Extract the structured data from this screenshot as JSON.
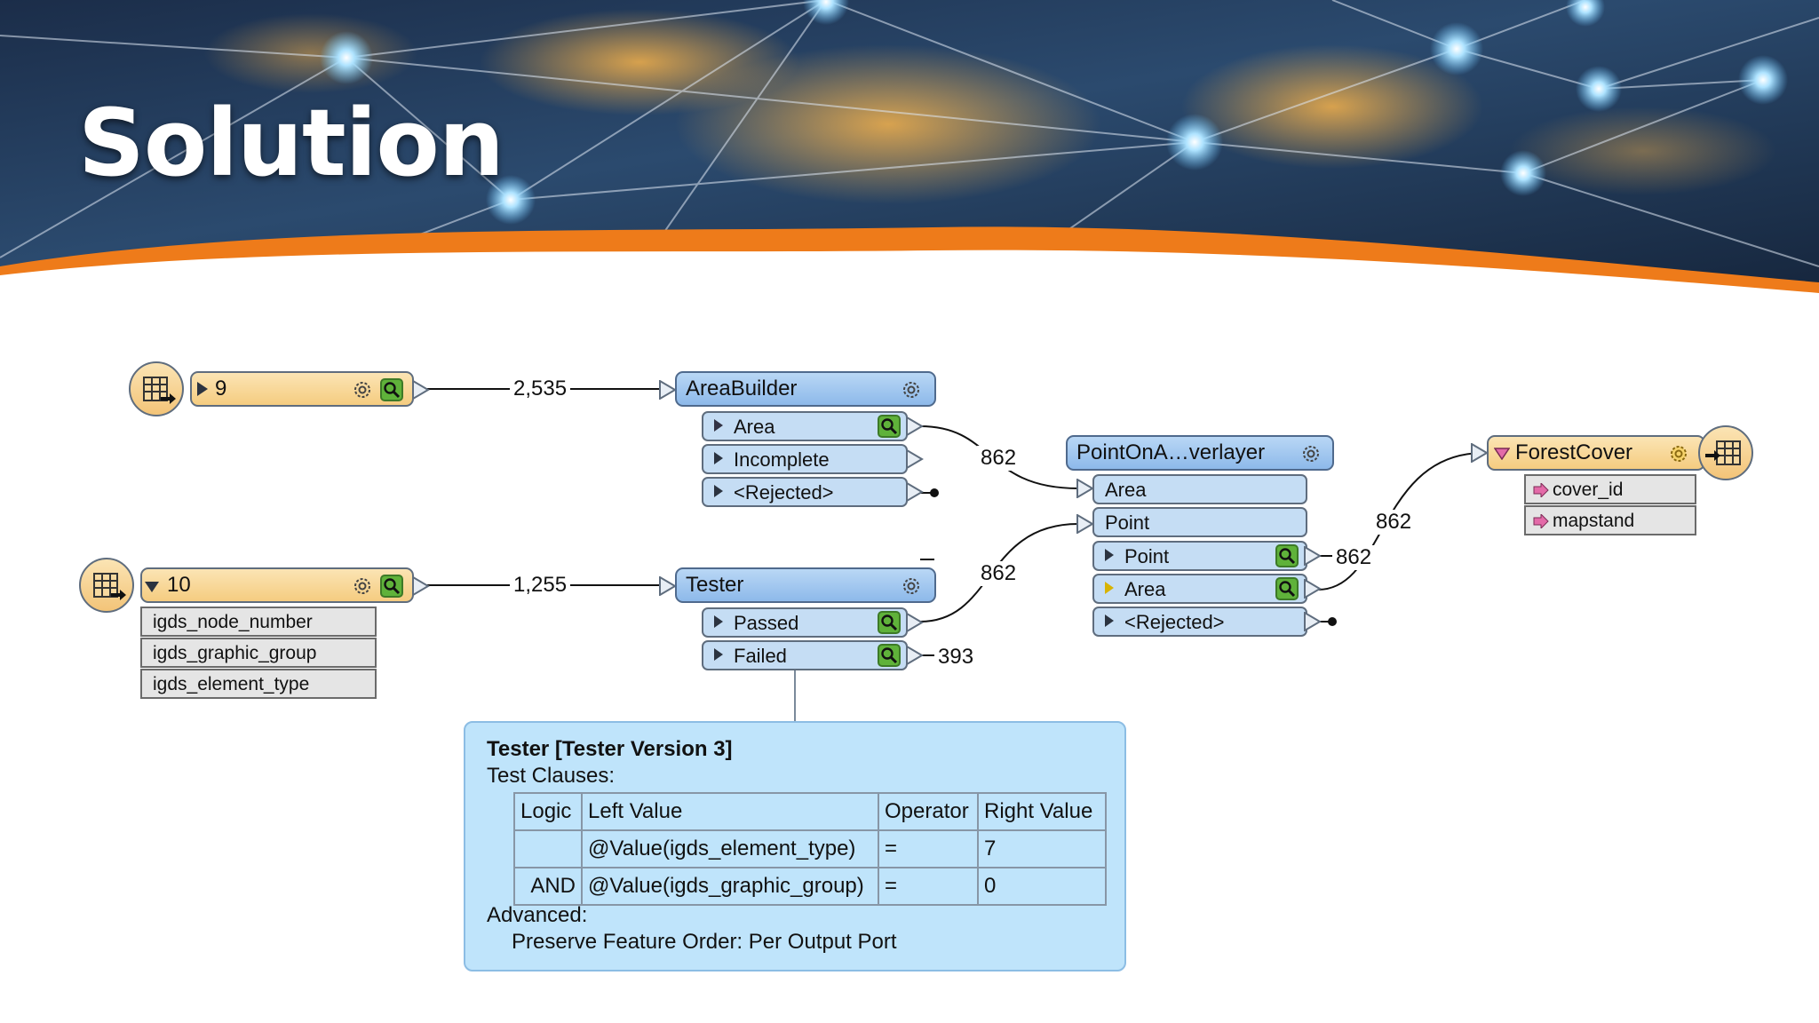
{
  "slide": {
    "title": "Solution"
  },
  "readers": [
    {
      "id": "reader-9",
      "label": "9"
    },
    {
      "id": "reader-10",
      "label": "10",
      "attributes": [
        "igds_node_number",
        "igds_graphic_group",
        "igds_element_type"
      ]
    }
  ],
  "transformers": {
    "areabuilder": {
      "name": "AreaBuilder",
      "ports": [
        "Area",
        "Incomplete",
        "<Rejected>"
      ]
    },
    "tester": {
      "name": "Tester",
      "ports": [
        "Passed",
        "Failed"
      ]
    },
    "pointonarea": {
      "name": "PointOnA…verlayer",
      "inputs": [
        "Area",
        "Point"
      ],
      "outputs": [
        "Point",
        "Area",
        "<Rejected>"
      ]
    }
  },
  "writer": {
    "name": "ForestCover",
    "attributes": [
      "cover_id",
      "mapstand"
    ]
  },
  "counts": {
    "reader9_to_areabuilder": "2,535",
    "reader10_to_tester": "1,255",
    "area_to_overlayer": "862",
    "passed_to_overlayer": "862",
    "failed": "393",
    "overlayer_point": "862",
    "overlayer_to_writer": "862"
  },
  "tooltip": {
    "title": "Tester [Tester Version 3]",
    "clauses_label": "Test Clauses:",
    "headers": [
      "Logic",
      "Left Value",
      "Operator",
      "Right Value"
    ],
    "rows": [
      [
        "",
        "@Value(igds_element_type)",
        "=",
        "7"
      ],
      [
        "AND",
        "@Value(igds_graphic_group)",
        "=",
        "0"
      ]
    ],
    "advanced_label": "Advanced:",
    "advanced_value": "Preserve Feature Order: Per Output Port"
  }
}
